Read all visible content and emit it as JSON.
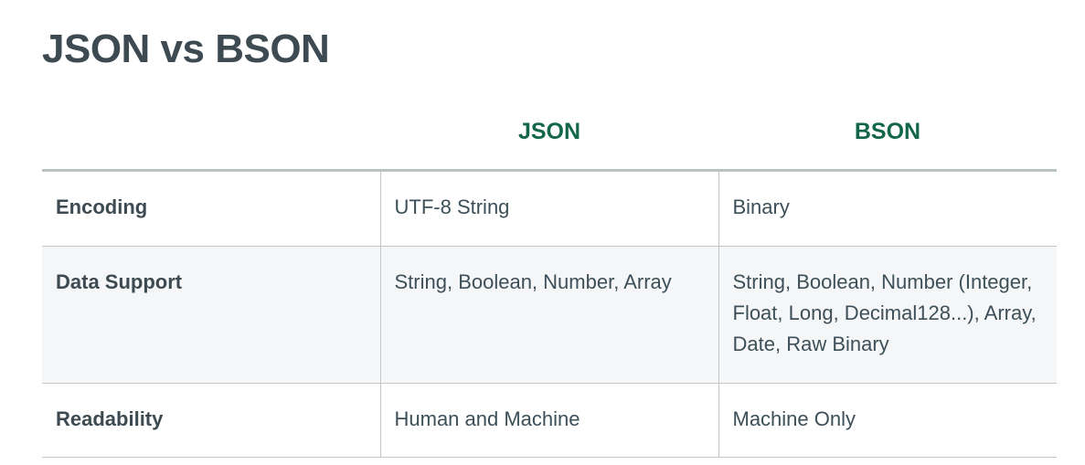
{
  "page": {
    "title": "JSON vs BSON"
  },
  "table": {
    "headers": [
      "",
      "JSON",
      "BSON"
    ],
    "rows": [
      {
        "label": "Encoding",
        "json": "UTF-8 String",
        "bson": "Binary"
      },
      {
        "label": "Data Support",
        "json": "String, Boolean, Number, Array",
        "bson": "String, Boolean, Number (Integer, Float, Long, Decimal128...), Array, Date, Raw Binary"
      },
      {
        "label": "Readability",
        "json": "Human and Machine",
        "bson": "Machine Only"
      }
    ]
  },
  "colors": {
    "header_text": "#13664a",
    "body_text": "#3d4f58",
    "shaded_row": "#f5f6f7",
    "divider": "#c3c7c9"
  }
}
